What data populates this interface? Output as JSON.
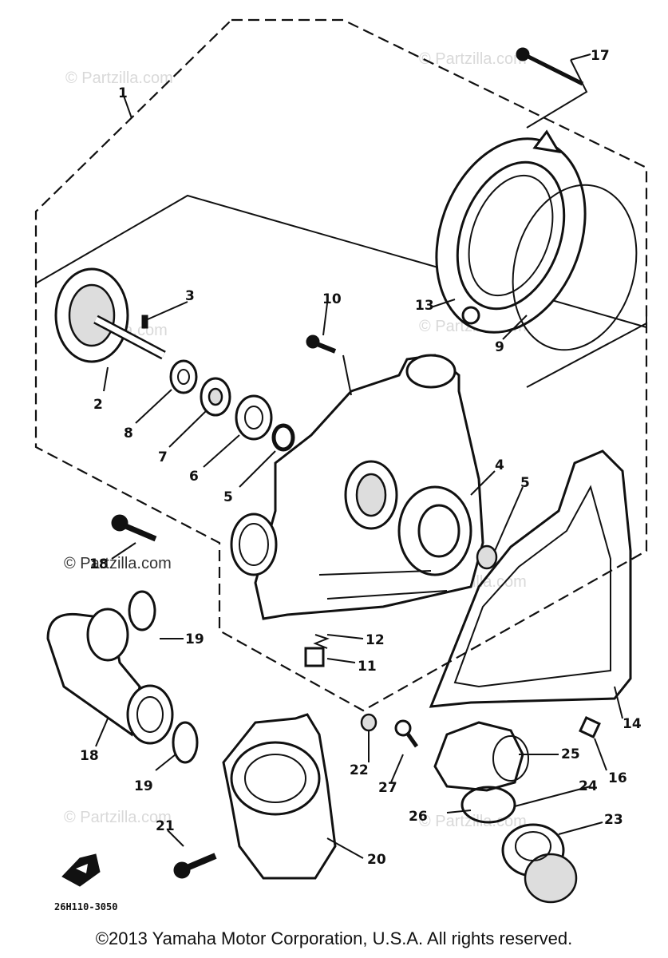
{
  "diagram": {
    "watermark": "© Partzilla.com",
    "drawing_code": "26H110-3050",
    "copyright": "©2013 Yamaha Motor Corporation, U.S.A. All rights reserved.",
    "callouts": [
      "1",
      "2",
      "3",
      "4",
      "5",
      "6",
      "7",
      "8",
      "9",
      "10",
      "11",
      "12",
      "13",
      "14",
      "16",
      "17",
      "18",
      "19",
      "20",
      "21",
      "22",
      "23",
      "24",
      "25",
      "26",
      "27"
    ]
  }
}
